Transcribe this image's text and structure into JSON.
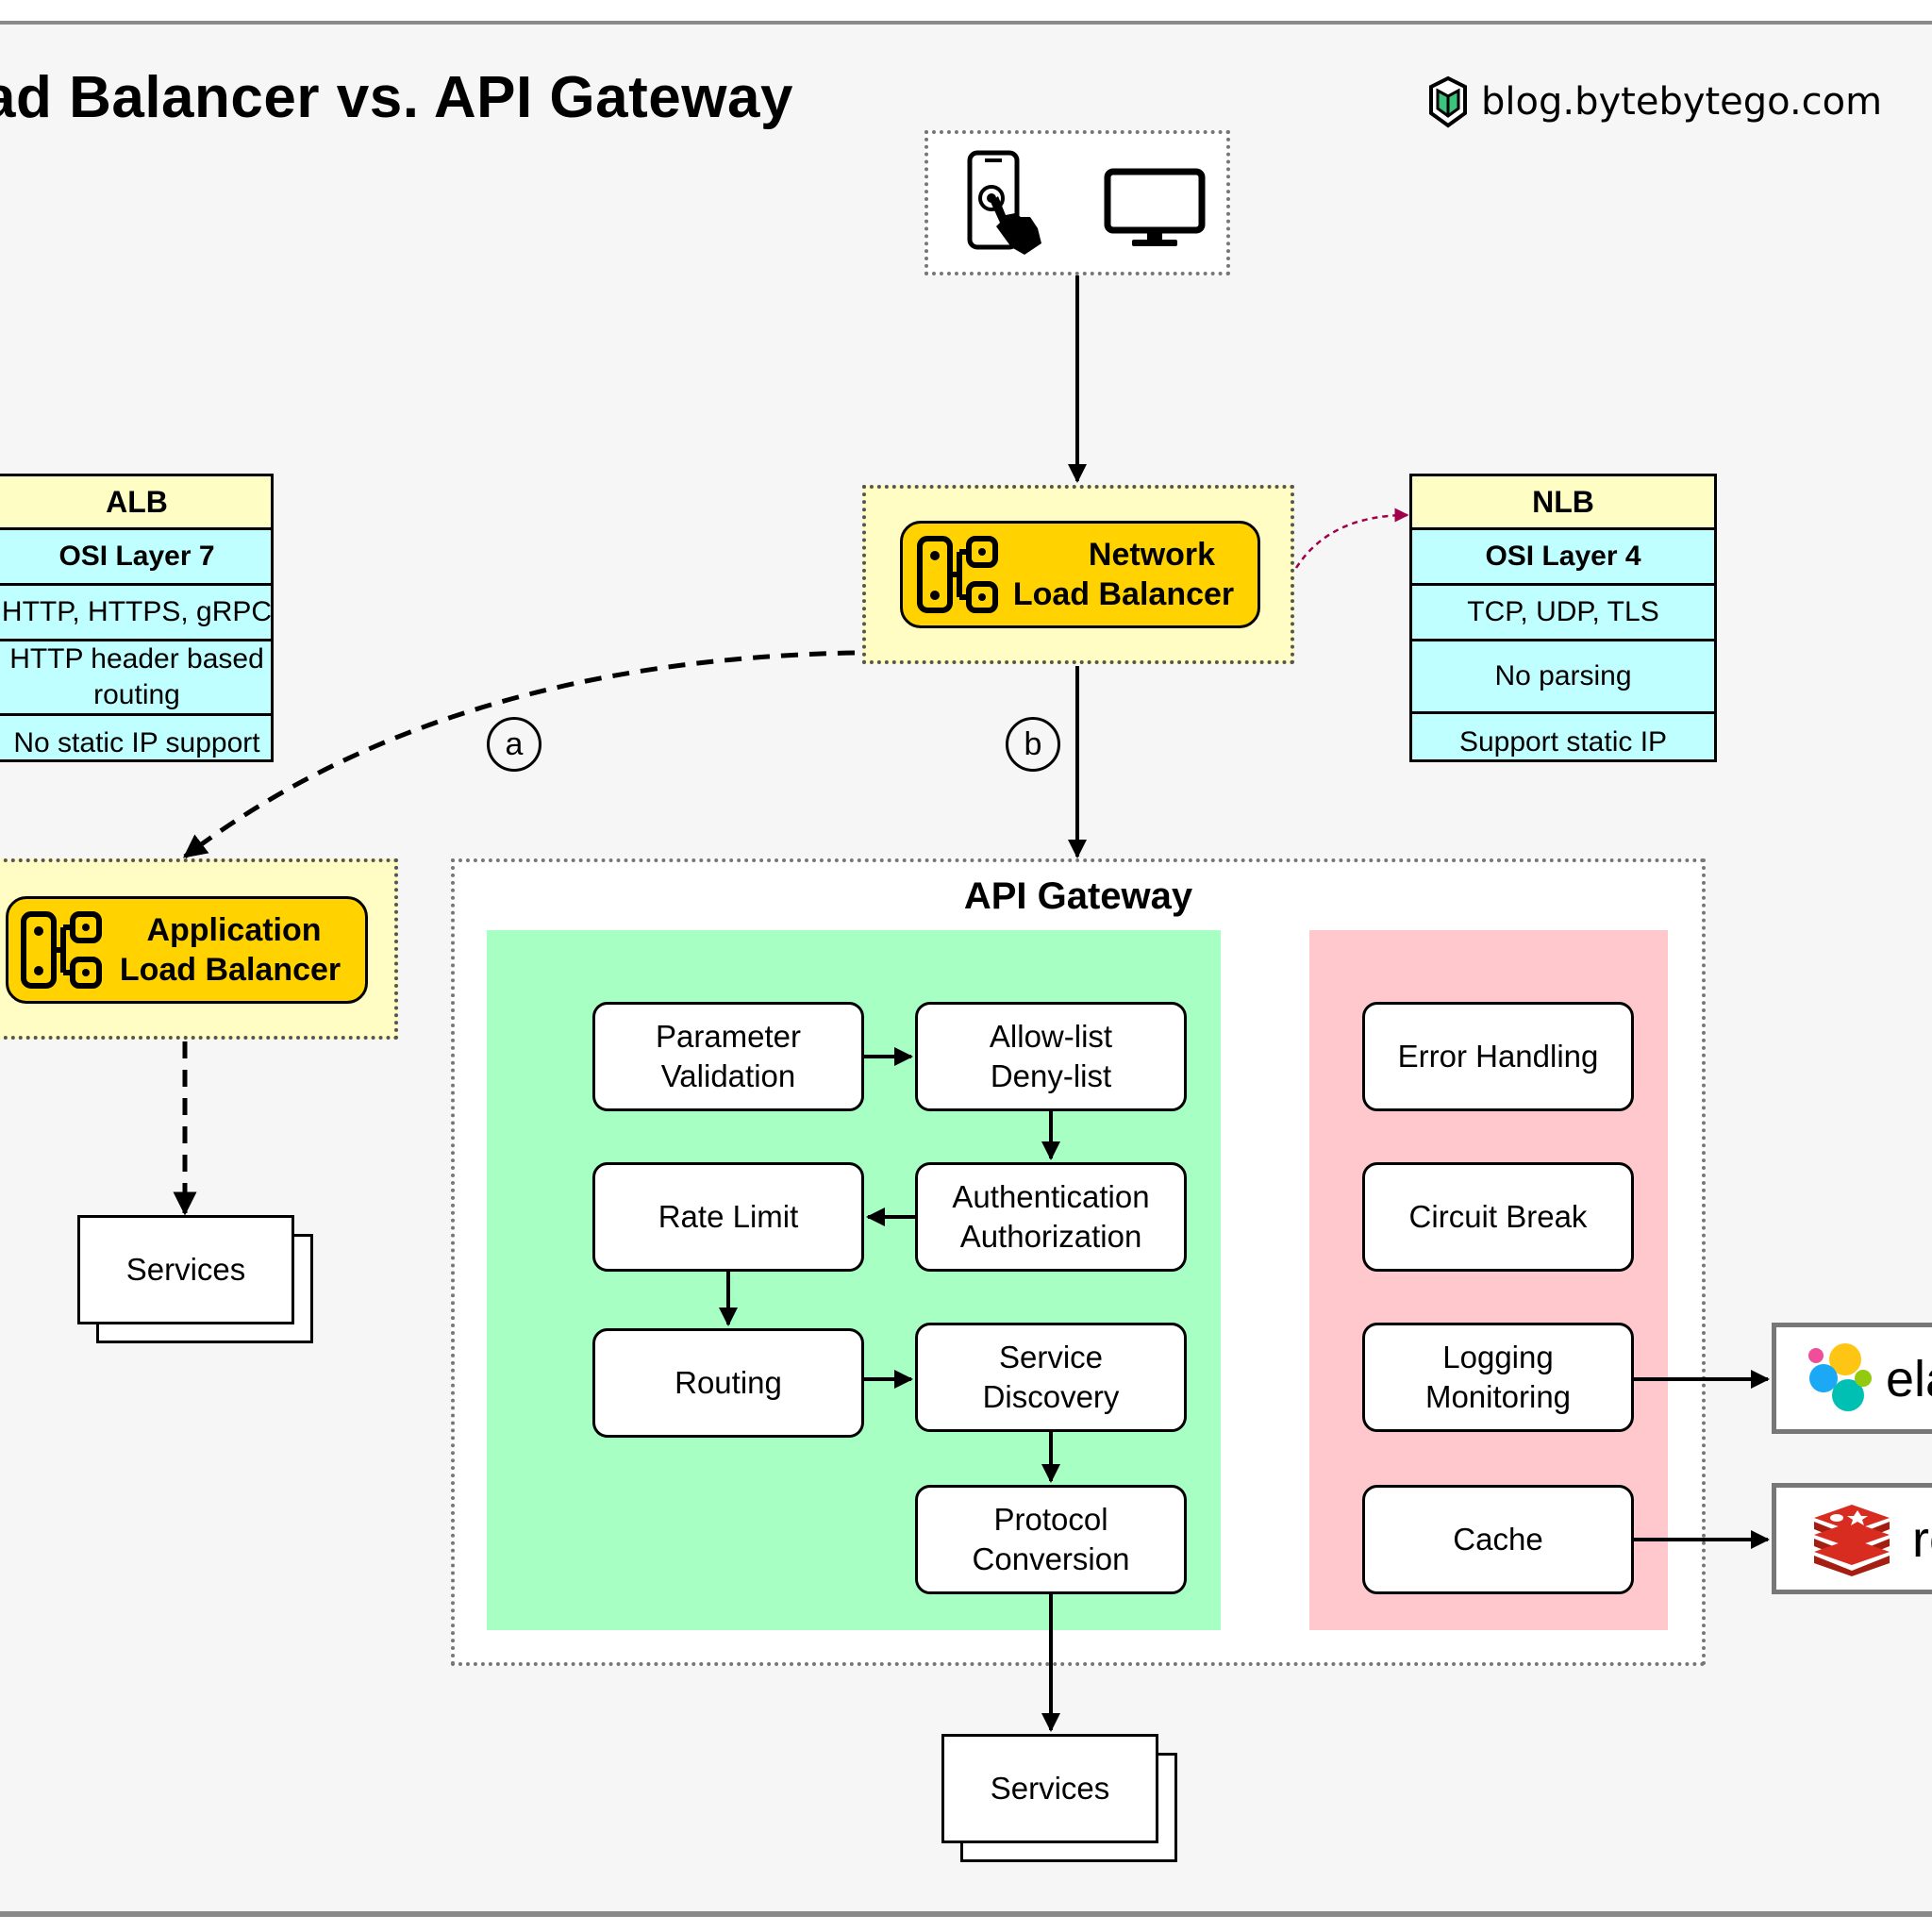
{
  "title": "ad Balancer vs. API Gateway",
  "brand": {
    "text": "blog.bytebytego.com"
  },
  "network_lb": {
    "line1": "Network",
    "line2": "Load Balancer"
  },
  "application_lb": {
    "line1": "Application",
    "line2": "Load Balancer"
  },
  "alb_table": {
    "header": "ALB",
    "layer": "OSI Layer 7",
    "protocols": "HTTP, HTTPS, gRPC",
    "routing_line1": "HTTP header based",
    "routing_line2": "routing",
    "static_ip": "No static IP support"
  },
  "nlb_table": {
    "header": "NLB",
    "layer": "OSI Layer 4",
    "protocols": "TCP, UDP, TLS",
    "parsing": "No parsing",
    "static_ip": "Support static IP"
  },
  "labels": {
    "a": "a",
    "b": "b"
  },
  "api_gateway": {
    "title": "API Gateway",
    "green_nodes": {
      "param_l1": "Parameter",
      "param_l2": "Validation",
      "allow_l1": "Allow-list",
      "allow_l2": "Deny-list",
      "rate": "Rate Limit",
      "auth_l1": "Authentication",
      "auth_l2": "Authorization",
      "routing": "Routing",
      "disc_l1": "Service",
      "disc_l2": "Discovery",
      "proto_l1": "Protocol",
      "proto_l2": "Conversion"
    },
    "pink_nodes": {
      "error": "Error Handling",
      "circuit": "Circuit Break",
      "log_l1": "Logging",
      "log_l2": "Monitoring",
      "cache": "Cache"
    }
  },
  "services_left": "Services",
  "services_bottom": "Services",
  "external": {
    "elastic_partial": "ela",
    "redis_partial": "re"
  },
  "colors": {
    "lb_fill": "#ffd200",
    "lb_container": "#fffcc4",
    "table_header": "#fefec4",
    "table_body": "#bfffff",
    "green_panel": "#a8ffc4",
    "pink_panel": "#ffc8cc",
    "nlb_link": "#a0004a"
  },
  "icons": [
    "smartphone-touch-icon",
    "desktop-monitor-icon",
    "load-balancer-icon",
    "bytebytego-logo-icon",
    "elastic-logo-icon",
    "redis-logo-icon"
  ]
}
